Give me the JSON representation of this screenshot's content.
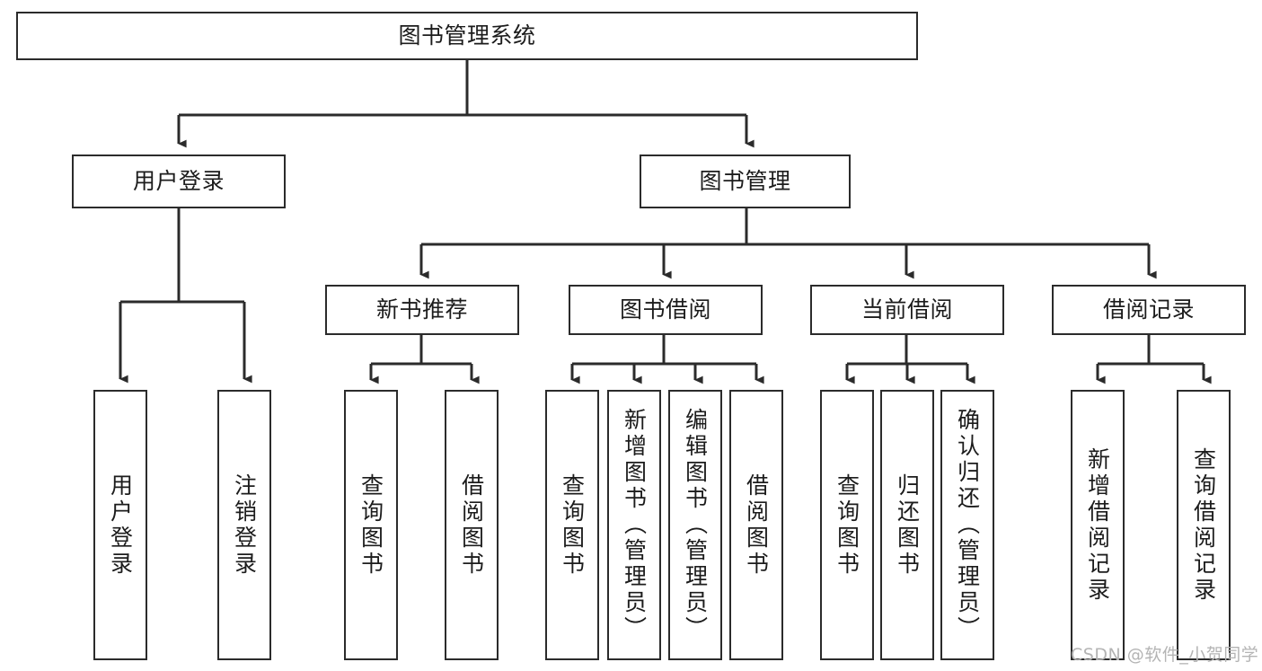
{
  "diagram": {
    "kind": "functional-structure-tree",
    "title": "图书管理系统",
    "watermark": "CSDN @软件_小贺同学",
    "colors": {
      "box_border": "#2b2b2b",
      "box_fill": "#ffffff",
      "connector": "#2b2b2b",
      "text": "#1c1c1c",
      "watermark": "#b4b4b4",
      "background": "#ffffff"
    },
    "levels": {
      "root": {
        "label": "图书管理系统"
      },
      "level2": [
        {
          "label": "用户登录"
        },
        {
          "label": "图书管理"
        }
      ],
      "level3": [
        {
          "label": "新书推荐"
        },
        {
          "label": "图书借阅"
        },
        {
          "label": "当前借阅"
        },
        {
          "label": "借阅记录"
        }
      ],
      "leaves_user_login": [
        {
          "label": "用户登录"
        },
        {
          "label": "注销登录"
        }
      ],
      "leaves_new_book": [
        {
          "label": "查询图书"
        },
        {
          "label": "借阅图书"
        }
      ],
      "leaves_borrow": [
        {
          "label": "查询图书"
        },
        {
          "label": "新增图书（管理员）"
        },
        {
          "label": "编辑图书（管理员）"
        },
        {
          "label": "借阅图书"
        }
      ],
      "leaves_current": [
        {
          "label": "查询图书"
        },
        {
          "label": "归还图书"
        },
        {
          "label": "确认归还（管理员）"
        }
      ],
      "leaves_records": [
        {
          "label": "新增借阅记录"
        },
        {
          "label": "查询借阅记录"
        }
      ]
    }
  }
}
